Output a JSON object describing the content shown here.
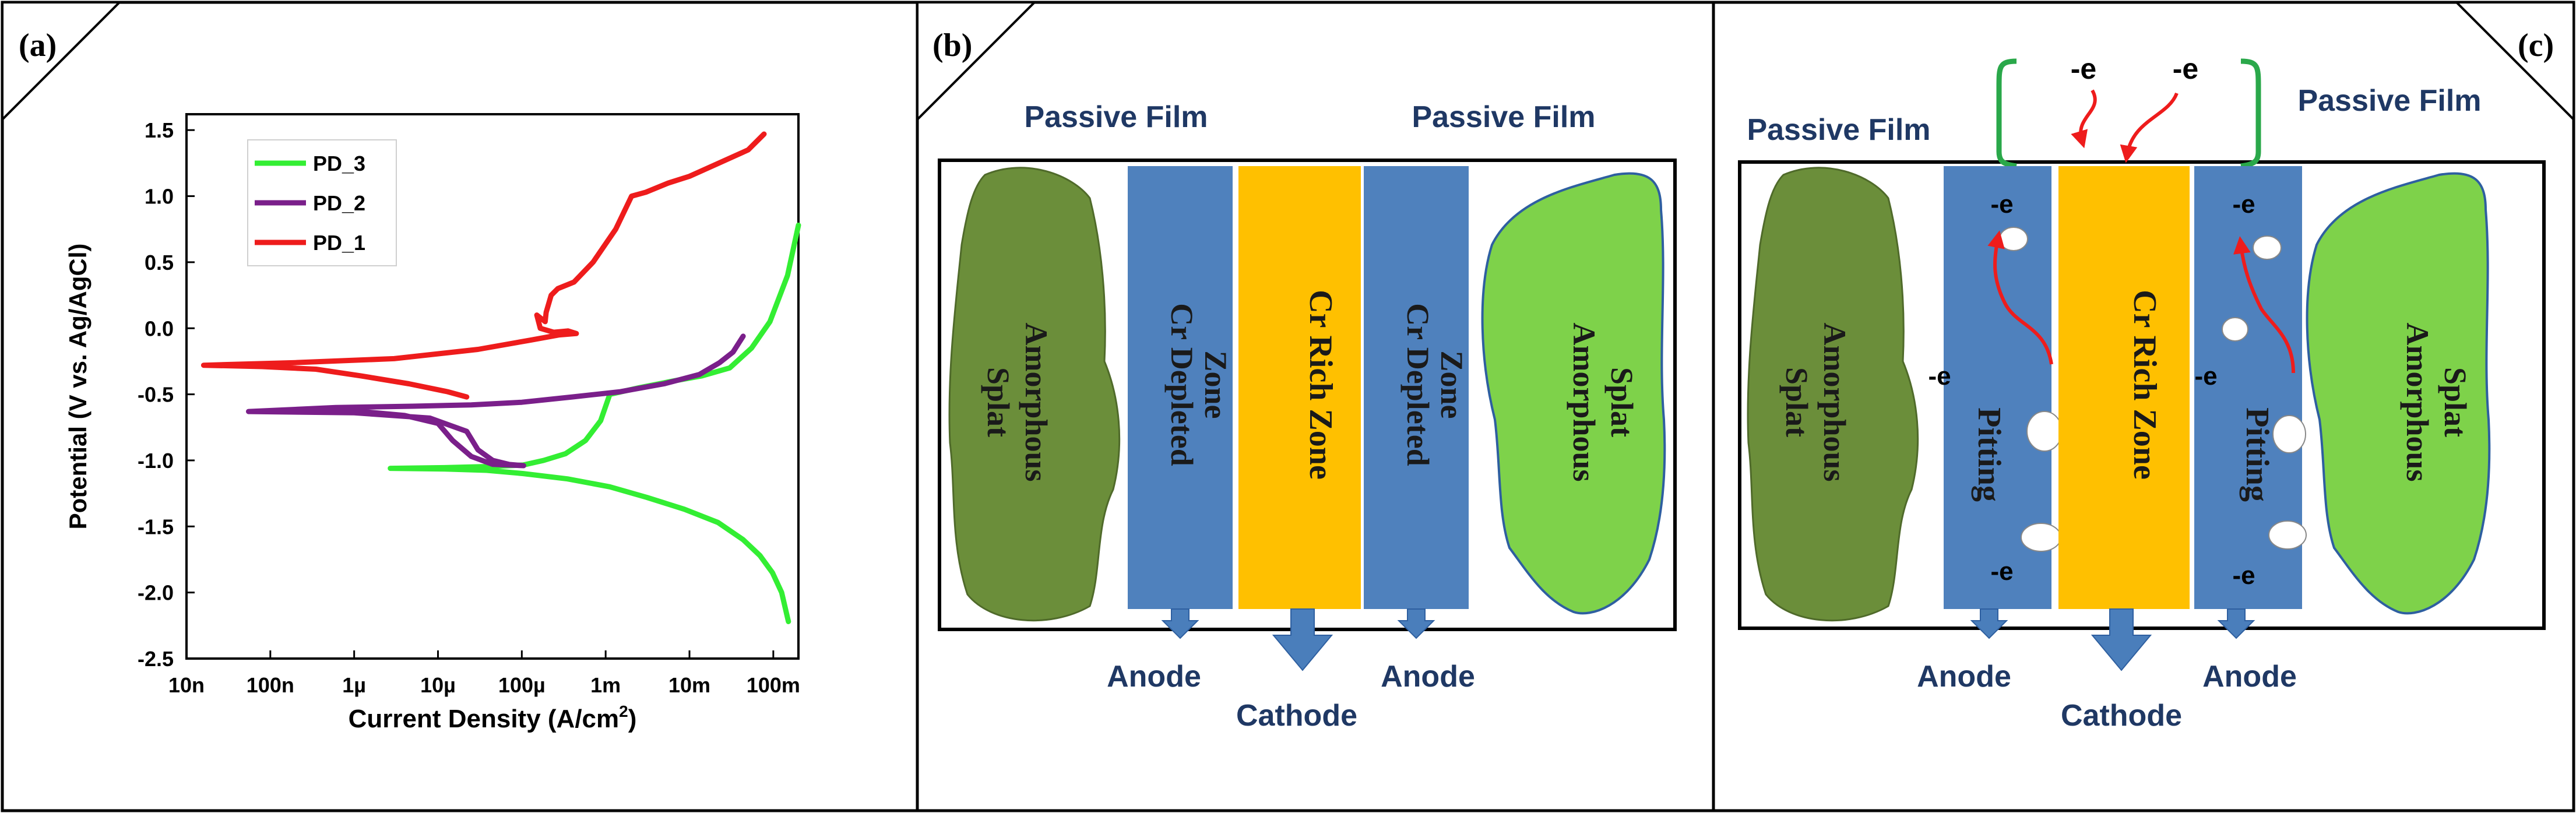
{
  "panel_labels": [
    "(a)",
    "(b)",
    "(c)"
  ],
  "chart_data": {
    "type": "line",
    "title": "",
    "xlabel": "Current Density (A/cm",
    "xlabel_sup": "2",
    "xlabel_close": ")",
    "ylabel": "Potential (V vs. Ag/AgCl)",
    "xscale": "log",
    "xlim": [
      1e-08,
      0.1995
    ],
    "ylim": [
      -2.5,
      1.62
    ],
    "x_tick_values": [
      1e-08,
      1e-07,
      1e-06,
      1e-05,
      0.0001,
      0.001,
      0.01,
      0.1
    ],
    "x_tick_labels": [
      "10n",
      "100n",
      "1µ",
      "10µ",
      "100µ",
      "1m",
      "10m",
      "100m"
    ],
    "y_tick_values": [
      -2.5,
      -2.0,
      -1.5,
      -1.0,
      -0.5,
      0.0,
      0.5,
      1.0,
      1.5
    ],
    "y_tick_labels": [
      "-2.5",
      "-2.0",
      "-1.5",
      "-1.0",
      "-0.5",
      "0.0",
      "0.5",
      "1.0",
      "1.5"
    ],
    "grid": false,
    "legend_position": "top-left",
    "series": [
      {
        "name": "PD_3",
        "color": "#33ee33",
        "x": [
          0.1514,
          0.1259,
          0.0977,
          0.0692,
          0.0437,
          0.0219,
          0.0087,
          0.00309,
          0.00112,
          0.00035,
          0.000104,
          3.8e-05,
          1.2e-05,
          2.7e-06,
          1.2e-05,
          4.6e-05,
          0.000104,
          0.000182,
          0.000331,
          0.000575,
          0.000871,
          0.00112,
          0.00251,
          0.0063,
          0.0141,
          0.0302,
          0.055,
          0.0912,
          0.1479,
          0.1995
        ],
        "y": [
          -2.22,
          -2.0,
          -1.85,
          -1.72,
          -1.6,
          -1.47,
          -1.37,
          -1.28,
          -1.2,
          -1.14,
          -1.1,
          -1.075,
          -1.065,
          -1.06,
          -1.055,
          -1.045,
          -1.035,
          -1.0,
          -0.95,
          -0.85,
          -0.7,
          -0.5,
          -0.45,
          -0.4,
          -0.36,
          -0.3,
          -0.15,
          0.05,
          0.4,
          0.78
        ]
      },
      {
        "name": "PD_2",
        "color": "#7a1f8a",
        "x": [
          5.5e-08,
          1e-06,
          8e-06,
          2.2e-05,
          3e-05,
          4.5e-05,
          7e-05,
          0.000105,
          4.5e-05,
          2.5e-05,
          1.5e-05,
          1e-05,
          4e-06,
          1.2e-06,
          2e-07,
          5.5e-08,
          6e-07,
          5e-06,
          2.5e-05,
          0.0001,
          0.0004,
          0.0015,
          0.005,
          0.0131,
          0.0229,
          0.0331,
          0.0437
        ],
        "y": [
          -0.63,
          -0.64,
          -0.68,
          -0.78,
          -0.92,
          -1.0,
          -1.03,
          -1.04,
          -1.03,
          -0.97,
          -0.85,
          -0.72,
          -0.66,
          -0.63,
          -0.62,
          -0.63,
          -0.6,
          -0.59,
          -0.58,
          -0.56,
          -0.52,
          -0.48,
          -0.42,
          -0.35,
          -0.26,
          -0.18,
          -0.06
        ]
      },
      {
        "name": "PD_1",
        "color": "#ee1c1c",
        "x": [
          2.2e-05,
          1.3e-05,
          4.5e-06,
          1.2e-06,
          3.5e-07,
          8e-08,
          1.6e-08,
          2e-07,
          3e-06,
          3e-05,
          0.000126,
          0.000281,
          0.000447,
          0.000355,
          0.00024,
          0.000166,
          0.000151,
          0.00019,
          0.000195,
          0.000224,
          0.000269,
          0.00042,
          0.000708,
          0.00132,
          0.00204,
          0.00302,
          0.00562,
          0.01,
          0.0224,
          0.0501,
          0.0776
        ],
        "y": [
          -0.52,
          -0.48,
          -0.42,
          -0.36,
          -0.31,
          -0.29,
          -0.28,
          -0.26,
          -0.23,
          -0.16,
          -0.09,
          -0.05,
          -0.04,
          -0.02,
          -0.03,
          0.0,
          0.1,
          0.05,
          0.12,
          0.25,
          0.3,
          0.35,
          0.5,
          0.75,
          1.0,
          1.03,
          1.1,
          1.15,
          1.25,
          1.35,
          1.47
        ]
      }
    ]
  },
  "panel_b": {
    "passive_film_left": "Passive Film",
    "passive_film_right": "Passive Film",
    "amorphous_left": "Amorphous",
    "splat_left": "Splat",
    "cr_depleted_left": "Cr Depleted",
    "zone_left": "Zone",
    "cr_rich_zone": "Cr Rich Zone",
    "cr_depleted_right": "Cr Depleted",
    "zone_right": "Zone",
    "amorphous_right": "Amorphous",
    "splat_right": "Splat",
    "anode_left": "Anode",
    "cathode": "Cathode",
    "anode_right": "Anode"
  },
  "panel_c": {
    "passive_film_left": "Passive Film",
    "passive_film_right": "Passive Film",
    "electron_top_left": "-e",
    "electron_top_right": "-e",
    "electron_left_top": "-e",
    "electron_left_mid": "-e",
    "electron_left_bottom": "-e",
    "electron_right_top": "-e",
    "electron_right_mid": "-e",
    "electron_right_bottom": "-e",
    "amorphous_left": "Amorphous",
    "splat_left": "Splat",
    "pitting_left": "Pitting",
    "cr_rich_zone": "Cr Rich Zone",
    "pitting_right": "Pitting",
    "amorphous_right": "Amorphous",
    "splat_right": "Splat",
    "anode_left": "Anode",
    "cathode": "Cathode",
    "anode_right": "Anode"
  },
  "colors": {
    "dark_green": "#6b8e3a",
    "light_green": "#7ed24a",
    "blue_zone": "#4f81bd",
    "cr_rich": "#ffc000",
    "arrow_blue": "#4a7ebb",
    "electron_arrow": "#ee1c1c",
    "bracket_green": "#2aa84a",
    "label_navy": "#1f3864"
  }
}
